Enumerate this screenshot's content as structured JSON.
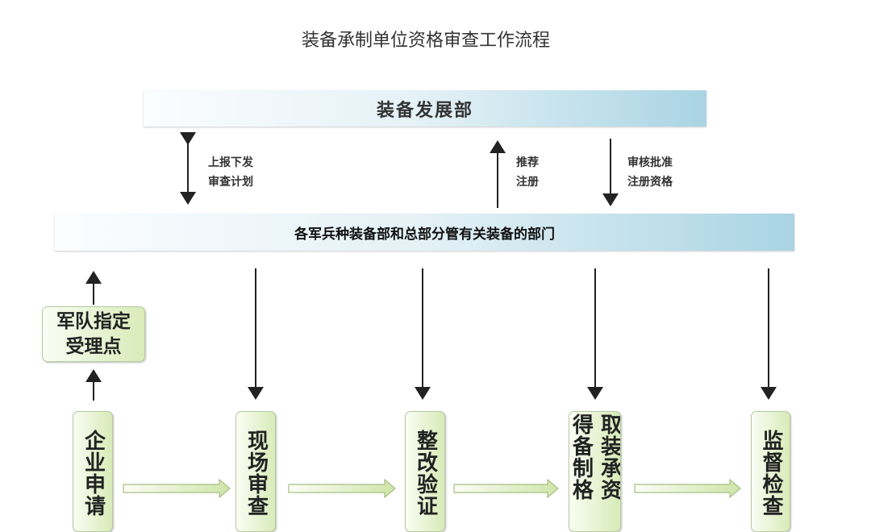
{
  "title": "装备承制单位资格审查工作流程",
  "top_dept": "装备发展部",
  "middle_dept": "各军兵种装备部和总部分管有关装备的部门",
  "links": [
    {
      "line1": "上报下发",
      "line2": "审查计划"
    },
    {
      "line1": "推荐",
      "line2": "注册"
    },
    {
      "line1": "审核批准",
      "line2": "注册资格"
    }
  ],
  "acceptance_point": {
    "line1": "军队指定",
    "line2": "受理点"
  },
  "steps": [
    {
      "cols": [
        "企业申请"
      ]
    },
    {
      "cols": [
        "现场审查"
      ]
    },
    {
      "cols": [
        "整改验证"
      ]
    },
    {
      "cols": [
        "取装承资",
        "得备制格"
      ]
    },
    {
      "cols": [
        "监督检查"
      ]
    }
  ]
}
